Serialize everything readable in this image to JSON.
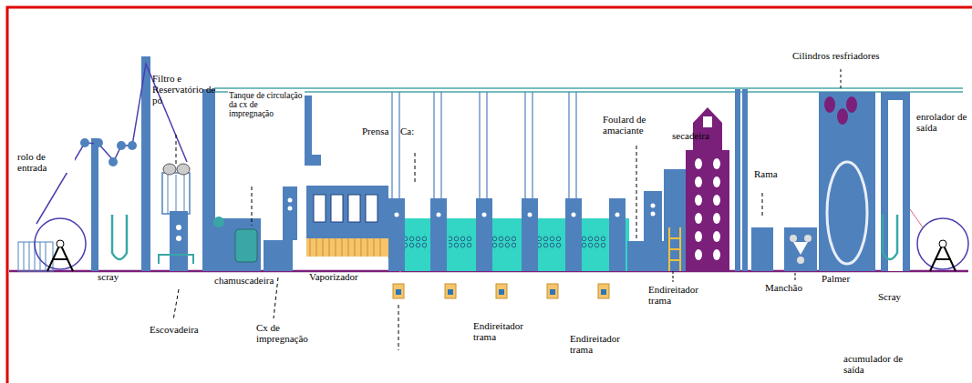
{
  "diagram": {
    "labels": [
      "rolo de entrada",
      "scray",
      "Filtro e Reservatório de pó",
      "Escovadeira",
      "chamuscadeira",
      "Tanque de circulação da cx de impregnação",
      "Cx de impregnação",
      "Vaporizador",
      "Prensa",
      "Ca:",
      "Endireitador trama",
      "Endireitador trama",
      "Foulard de amaciante",
      "secadeira",
      "Endireitador trama",
      "Rama",
      "Manchão",
      "Palmer",
      "Cilindros resfriadores",
      "enrolador de saída",
      "Scray",
      "acumulador de saída"
    ]
  }
}
